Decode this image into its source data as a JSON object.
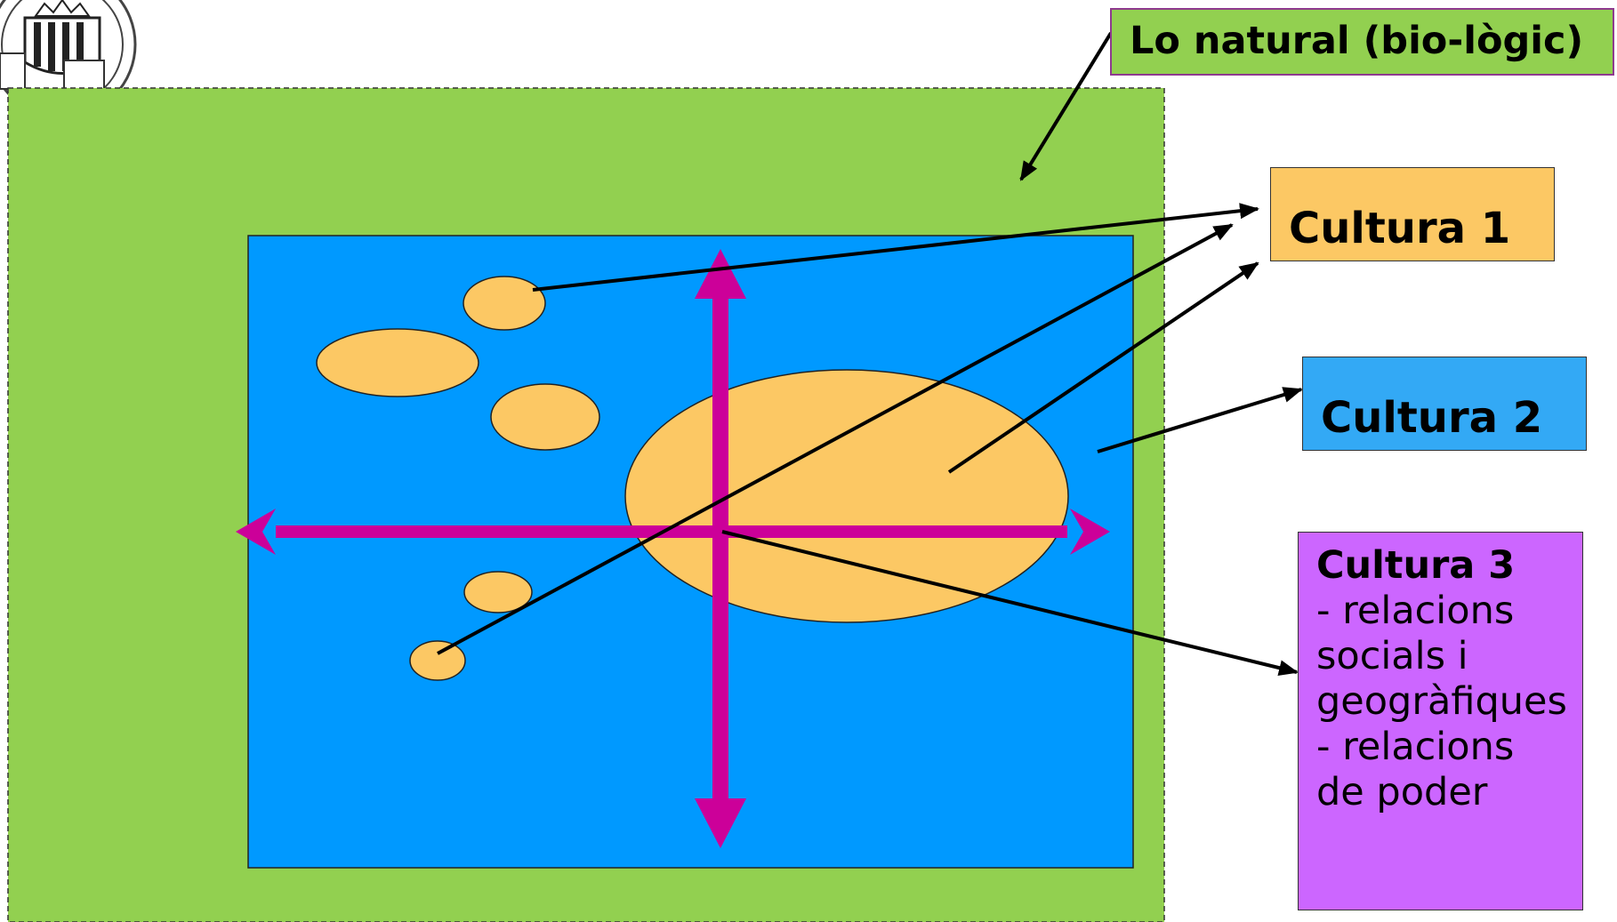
{
  "labels": {
    "natural": "Lo natural (bio-lògic)",
    "cultura1": "Cultura 1",
    "cultura2": "Cultura 2",
    "cultura3": {
      "title": "Cultura 3",
      "lines": [
        "- relacions",
        "socials i",
        "geogràfiques",
        "- relacions",
        "de poder"
      ]
    }
  },
  "colors": {
    "natural_green": "#92d050",
    "culture2_blue": "#0099ff",
    "culture1_orange": "#fcc864",
    "culture3_purple": "#cc66ff",
    "axis_magenta": "#cc0099",
    "arrow_black": "#000000"
  },
  "icons": {
    "emblem": "university-seal-icon",
    "horizontal_double_arrow": "horizontal-double-arrow-icon",
    "vertical_double_arrow": "vertical-double-arrow-icon"
  }
}
